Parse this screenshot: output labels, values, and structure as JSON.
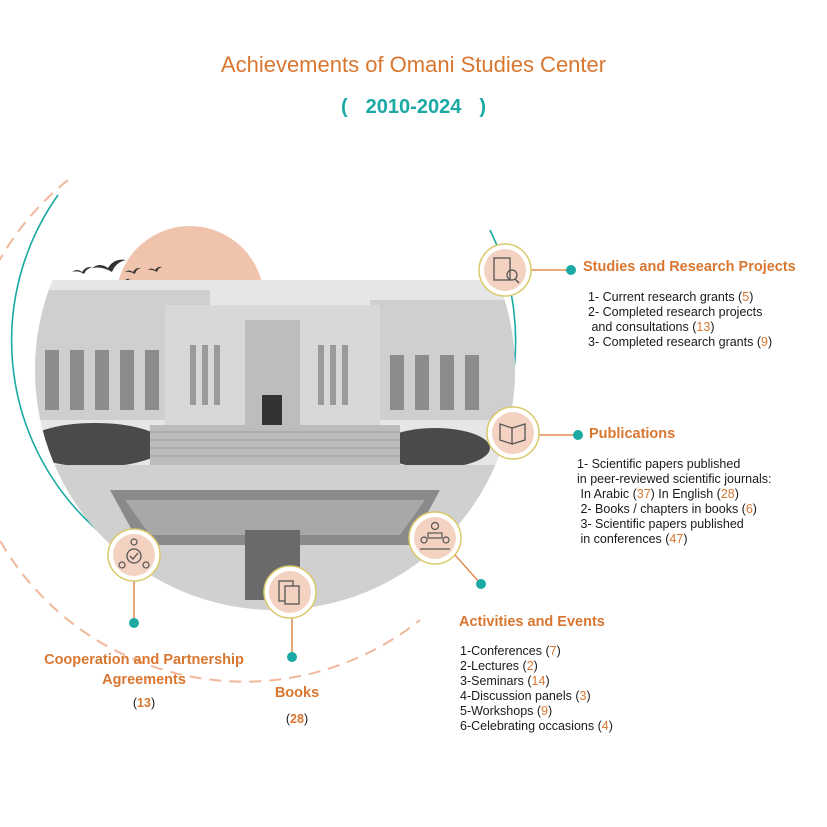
{
  "title": "Achievements of Omani Studies Center",
  "years": "2010-2024",
  "colors": {
    "accent": "#d9762f",
    "teal": "#1aa9a3",
    "peach": "#f0c4ac",
    "icon_ring": "#d9c96a"
  },
  "sections": {
    "research": {
      "title": "Studies and Research Projects",
      "icon": "document-search-icon",
      "items": [
        {
          "pre": "1- Current research grants (",
          "num": "5",
          "post": ")"
        },
        {
          "pre": "2- Completed research projects",
          "num": "",
          "post": ""
        },
        {
          "pre": " and consultations (",
          "num": "13",
          "post": ")"
        },
        {
          "pre": "3- Completed research grants (",
          "num": "9",
          "post": ")"
        }
      ]
    },
    "publications": {
      "title": "Publications",
      "icon": "open-book-icon",
      "items": [
        {
          "pre": "1- Scientific papers published",
          "num": "",
          "post": ""
        },
        {
          "pre": "in peer-reviewed scientific journals:",
          "num": "",
          "post": ""
        },
        {
          "pre": " In Arabic (",
          "num": "37",
          "post": ") In English (",
          "num2": "28",
          "post2": ")"
        },
        {
          "pre": " 2- Books / chapters in books (",
          "num": "6",
          "post": ")"
        },
        {
          "pre": " 3- Scientific papers published",
          "num": "",
          "post": ""
        },
        {
          "pre": " in conferences (",
          "num": "47",
          "post": ")"
        }
      ]
    },
    "activities": {
      "title": "Activities and Events",
      "icon": "meeting-people-icon",
      "items": [
        {
          "pre": "1-Conferences (",
          "num": "7",
          "post": ")"
        },
        {
          "pre": "2-Lectures (",
          "num": "2",
          "post": ")"
        },
        {
          "pre": "3-Seminars (",
          "num": "14",
          "post": ")"
        },
        {
          "pre": "4-Discussion panels (",
          "num": "3",
          "post": ")"
        },
        {
          "pre": "5-Workshops (",
          "num": "9",
          "post": ")"
        },
        {
          "pre": "6-Celebrating occasions (",
          "num": "4",
          "post": ")"
        }
      ]
    },
    "books": {
      "title": "Books",
      "count": "28",
      "icon": "books-icon"
    },
    "cooperation": {
      "title_line1": "Cooperation and Partnership",
      "title_line2": "Agreements",
      "count": "13",
      "icon": "partnership-network-icon"
    }
  }
}
